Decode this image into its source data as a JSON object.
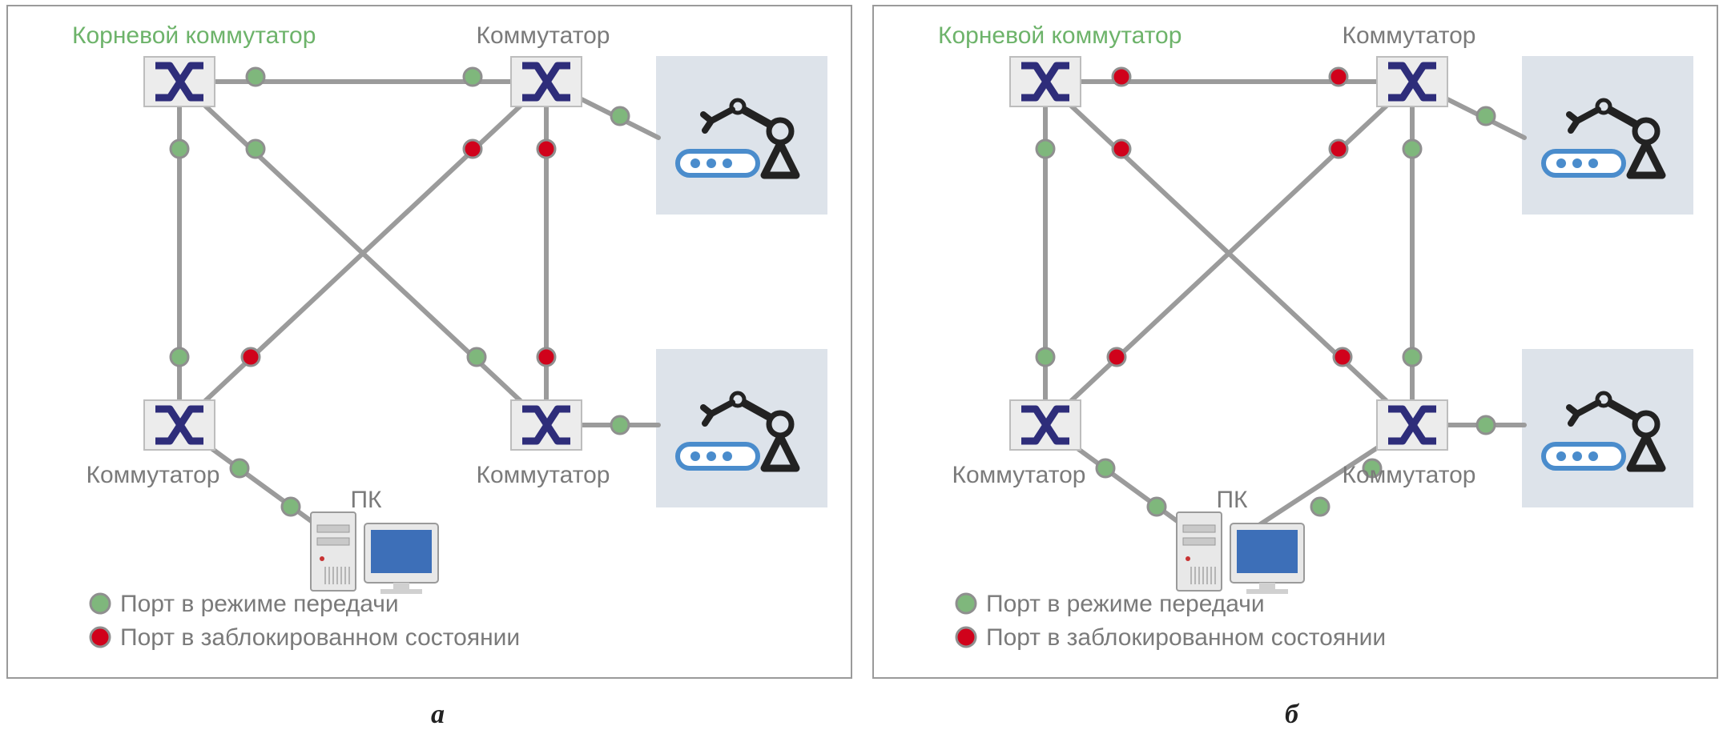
{
  "panels": [
    {
      "id": "a",
      "caption": "а",
      "root_label": "Корневой коммутатор",
      "switch_labels": [
        "Коммутатор",
        "Коммутатор",
        "Коммутатор"
      ],
      "pc_label": "ПК",
      "legend": [
        {
          "label": "Порт в режиме передачи",
          "color": "#7fb77c"
        },
        {
          "label": "Порт в заблокированном состоянии",
          "color": "#d0021b"
        }
      ],
      "ports": {
        "tl_tr_1": "green",
        "tl_tr_2": "green",
        "tl_down": "green",
        "tl_diag": "green",
        "tr_diag": "red",
        "tr_down": "red",
        "tr_robot": "green",
        "bl_up": "green",
        "bl_diag": "red",
        "br_diag": "green",
        "br_up": "red",
        "br_robot": "green",
        "bl_pc_1": "green",
        "bl_pc_2": "green",
        "br_pc_1": "none",
        "br_pc_2": "none"
      },
      "pc_link_to_br": false
    },
    {
      "id": "b",
      "caption": "б",
      "root_label": "Корневой коммутатор",
      "switch_labels": [
        "Коммутатор",
        "Коммутатор",
        "Коммутатор"
      ],
      "pc_label": "ПК",
      "legend": [
        {
          "label": "Порт в режиме передачи",
          "color": "#7fb77c"
        },
        {
          "label": "Порт в заблокированном состоянии",
          "color": "#d0021b"
        }
      ],
      "ports": {
        "tl_tr_1": "red",
        "tl_tr_2": "red",
        "tl_down": "green",
        "tl_diag": "red",
        "tr_diag": "red",
        "tr_down": "green",
        "tr_robot": "green",
        "bl_up": "green",
        "bl_diag": "red",
        "br_diag": "red",
        "br_up": "green",
        "br_robot": "green",
        "bl_pc_1": "green",
        "bl_pc_2": "green",
        "br_pc_1": "green",
        "br_pc_2": "green"
      },
      "pc_link_to_br": true
    }
  ],
  "colors": {
    "green": "#7fb77c",
    "red": "#d0021b",
    "line": "#9b9b9b",
    "switch_icon": "#2e2d7a"
  }
}
